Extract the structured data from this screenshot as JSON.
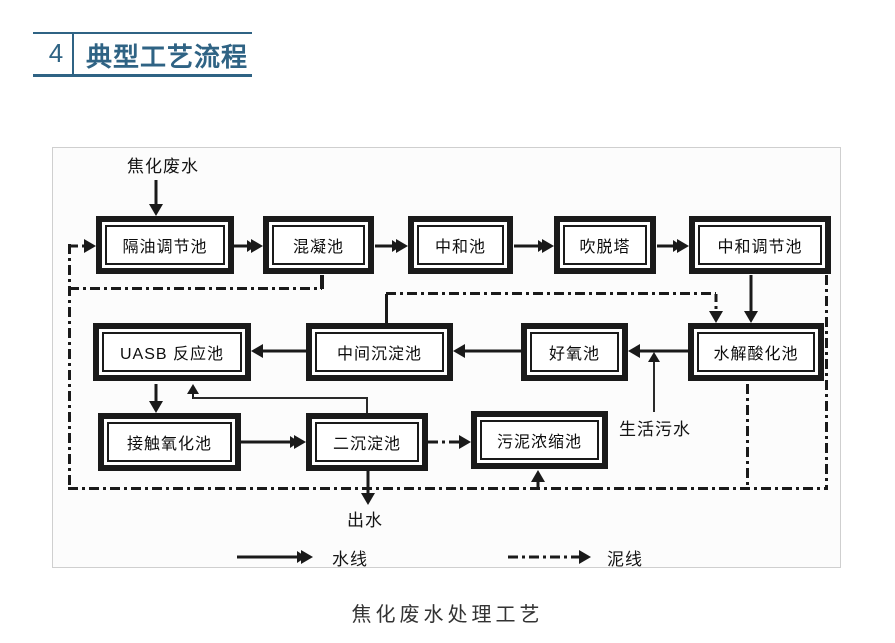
{
  "header": {
    "number": "4",
    "title": "典型工艺流程"
  },
  "diagram": {
    "source": "焦化废水",
    "nodes": [
      {
        "label": "隔油调节池"
      },
      {
        "label": "混凝池"
      },
      {
        "label": "中和池"
      },
      {
        "label": "吹脱塔"
      },
      {
        "label": "中和调节池"
      },
      {
        "label": "UASB 反应池"
      },
      {
        "label": "中间沉淀池"
      },
      {
        "label": "好氧池"
      },
      {
        "label": "水解酸化池"
      },
      {
        "label": "接触氧化池"
      },
      {
        "label": "二沉淀池"
      },
      {
        "label": "污泥浓缩池"
      }
    ],
    "sewage": "生活污水",
    "effluent": "出水",
    "legend": {
      "water": "水线",
      "sludge": "泥线"
    },
    "caption": "焦化废水处理工艺"
  },
  "colors": {
    "accent": "#2f6384",
    "ink": "#1a1a1a"
  }
}
